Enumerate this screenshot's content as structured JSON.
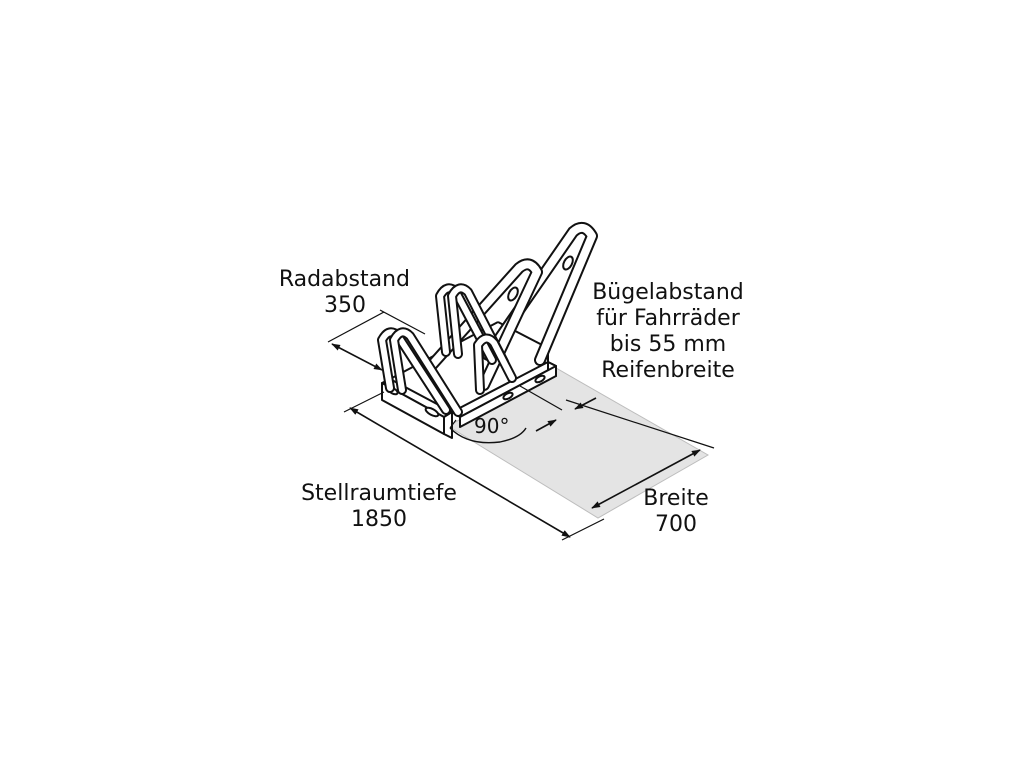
{
  "colors": {
    "line": "#111111",
    "footprint": "#e4e4e4",
    "footprint_edge": "#bdbdbd",
    "background": "#ffffff"
  },
  "labels": {
    "wheel_spacing": {
      "title": "Radabstand",
      "value": "350"
    },
    "bracket_spacing": {
      "lines": [
        "Bügelabstand",
        "für Fahrräder",
        "bis 55 mm",
        "Reifenbreite"
      ]
    },
    "angle": "90°",
    "depth": {
      "title": "Stellraumtiefe",
      "value": "1850"
    },
    "width": {
      "title": "Breite",
      "value": "700"
    }
  }
}
